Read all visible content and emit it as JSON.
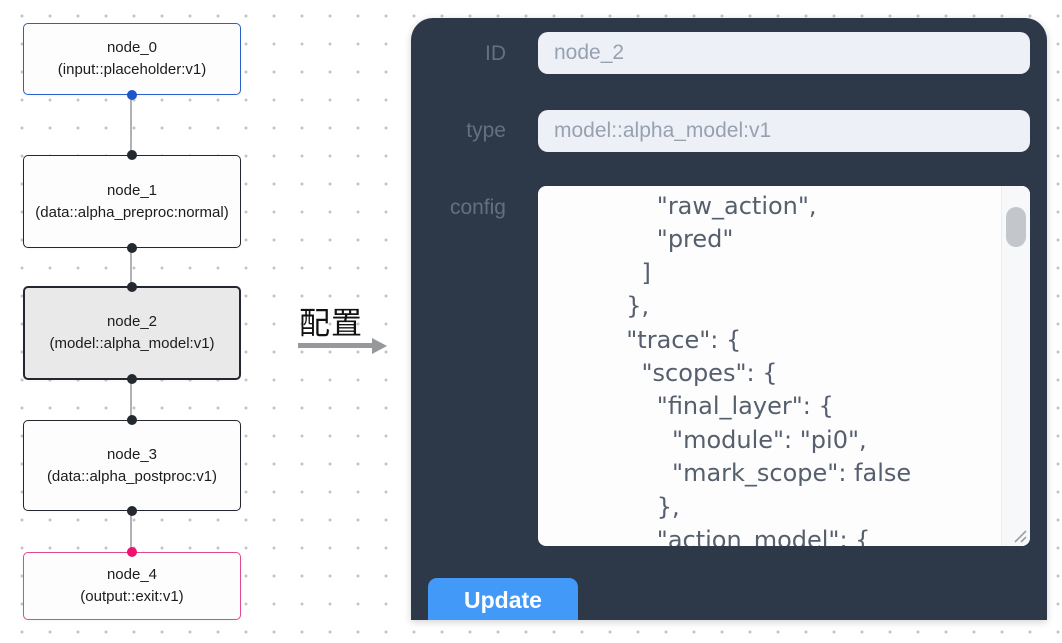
{
  "flow": {
    "nodes": [
      {
        "title": "node_0",
        "subtitle": "(input::placeholder:v1)",
        "kind": "input",
        "selected": false
      },
      {
        "title": "node_1",
        "subtitle": "(data::alpha_preproc:normal)",
        "kind": "default",
        "selected": false
      },
      {
        "title": "node_2",
        "subtitle": "(model::alpha_model:v1)",
        "kind": "default",
        "selected": true
      },
      {
        "title": "node_3",
        "subtitle": "(data::alpha_postproc:v1)",
        "kind": "default",
        "selected": false
      },
      {
        "title": "node_4",
        "subtitle": "(output::exit:v1)",
        "kind": "output",
        "selected": false
      }
    ]
  },
  "annotation": {
    "label": "配置"
  },
  "panel": {
    "id_field": {
      "label": "ID",
      "value": "node_2"
    },
    "type_field": {
      "label": "type",
      "value": "model::alpha_model:v1"
    },
    "config_field": {
      "label": "config",
      "text": "      \"raw_action\",\n      \"pred\"\n    ]\n  },\n  \"trace\": {\n    \"scopes\": {\n      \"final_layer\": {\n        \"module\": \"pi0\",\n        \"mark_scope\": false\n      },\n      \"action_model\": {"
    },
    "update_label": "Update"
  },
  "colors": {
    "panel_bg": "#2d3848",
    "input_node_border": "#2a5fcc",
    "output_node_border": "#e2488f",
    "default_node_border": "#23272f",
    "selected_node_bg": "#e9e9e9",
    "edge": "#b1b1b7",
    "input_handle": "#1e55c9",
    "output_handle": "#f01170",
    "update_button_bg": "#4299f8",
    "field_bg": "#edf1f7",
    "label_text": "#65707f"
  }
}
